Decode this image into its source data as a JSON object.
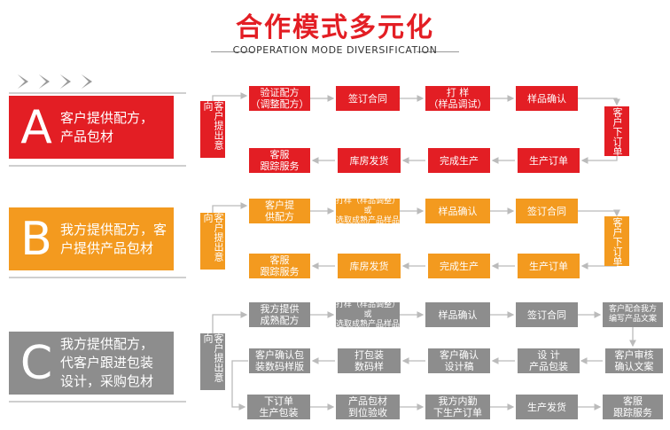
{
  "header": {
    "title": "合作模式多元化",
    "subtitle": "COOPERATION MODE DIVERSIFICATION"
  },
  "modes": [
    {
      "letter": "A",
      "text_lines": [
        "客户提供配方，",
        "产品包材"
      ],
      "color": "#e31e24"
    },
    {
      "letter": "B",
      "text_lines": [
        "我方提供配方，客",
        "户提供产品包材"
      ],
      "color": "#f39a1f"
    },
    {
      "letter": "C",
      "text_lines": [
        "我方提供配方，",
        "代客户跟进包装",
        "设计，采购包材"
      ],
      "color": "#8d8d8d"
    }
  ],
  "flows": {
    "a": {
      "start": "客户提出意向",
      "row1": [
        [
          "验证配方",
          "（调整配方）"
        ],
        [
          "签订合同"
        ],
        [
          "打  样",
          "（样品调试）"
        ],
        [
          "样品确认"
        ]
      ],
      "side": "客户下订单",
      "row2": [
        [
          "生产订单"
        ],
        [
          "完成生产"
        ],
        [
          "库房发货"
        ],
        [
          "客服",
          "跟踪服务"
        ]
      ]
    },
    "b": {
      "start": "客户提出意向",
      "row1": [
        [
          "客户提",
          "供配方"
        ],
        [
          "打样（样品调整）或",
          "选取成熟产品样品"
        ],
        [
          "样品确认"
        ],
        [
          "签订合同"
        ]
      ],
      "side": "客户下订单",
      "row2": [
        [
          "生产订单"
        ],
        [
          "完成生产"
        ],
        [
          "库房发货"
        ],
        [
          "客服",
          "跟踪服务"
        ]
      ]
    },
    "c": {
      "start": "客户提出意向",
      "row1": [
        [
          "我方提供",
          "成熟配方"
        ],
        [
          "打样（样品调整）或",
          "选取成熟产品样品"
        ],
        [
          "样品确认"
        ],
        [
          "签订合同"
        ],
        [
          "客户配合我方",
          "编写产品文案"
        ]
      ],
      "row2": [
        [
          "客户确认包",
          "装数码样版"
        ],
        [
          "打包装",
          "数码样"
        ],
        [
          "客户确认",
          "设计稿"
        ],
        [
          "设  计",
          "产品包装"
        ],
        [
          "客户审核",
          "确认文案"
        ]
      ],
      "row3": [
        [
          "下订单",
          "生产包装"
        ],
        [
          "产品包材",
          "到位验收"
        ],
        [
          "我方内勤",
          "下生产订单"
        ],
        [
          "生产发货"
        ],
        [
          "客服",
          "跟踪服务"
        ]
      ]
    }
  }
}
